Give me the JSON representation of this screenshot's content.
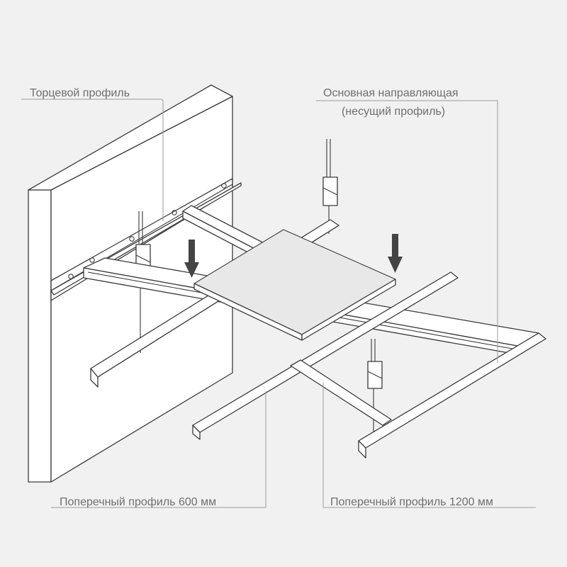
{
  "labels": {
    "end_profile": "Торцевой профиль",
    "main_guide_line1": "Основная направляющая",
    "main_guide_line2": "(несущий профиль)",
    "cross_600": "Поперечный профиль 600 мм",
    "cross_1200": "Поперечный профиль 1200 мм"
  },
  "colors": {
    "background": "#f1f1f1",
    "stroke": "#3a3a3a",
    "leader": "#9a9a9a",
    "label_text": "#6f6f6f",
    "panel_fill": "#e6e6e6",
    "arrow_fill": "#444444"
  }
}
